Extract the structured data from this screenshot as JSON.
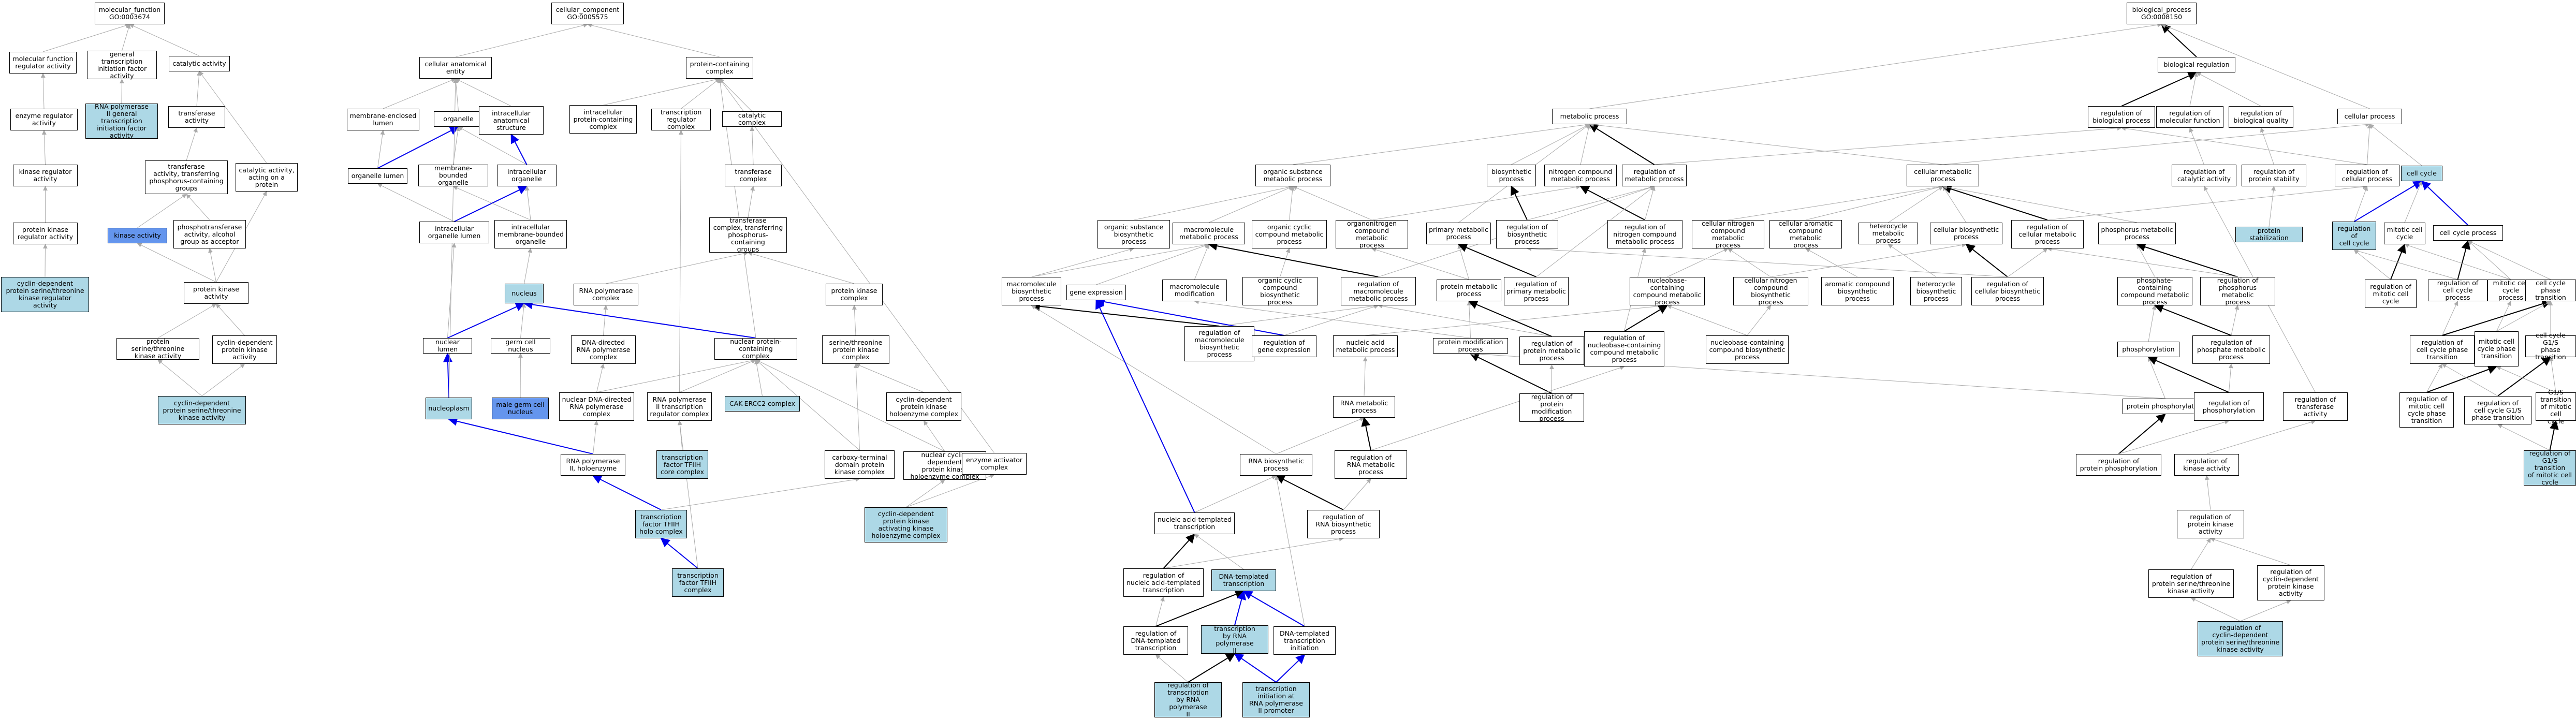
{
  "nodes": [
    {
      "id": "mf",
      "label": "molecular_function\nGO:0003674",
      "style": "white"
    },
    {
      "id": "mfra",
      "label": "molecular function\nregulator activity",
      "style": "white"
    },
    {
      "id": "gtifa",
      "label": "general transcription\ninitiation factor\nactivity",
      "style": "white"
    },
    {
      "id": "cata",
      "label": "catalytic activity",
      "style": "white"
    },
    {
      "id": "era",
      "label": "enzyme regulator\nactivity",
      "style": "white"
    },
    {
      "id": "rnapgtifa",
      "label": "RNA polymerase\nII general transcription\ninitiation factor\nactivity",
      "style": "light"
    },
    {
      "id": "tfa",
      "label": "transferase\nactivity",
      "style": "white"
    },
    {
      "id": "kra",
      "label": "kinase regulator\nactivity",
      "style": "white"
    },
    {
      "id": "tatpg",
      "label": "transferase\nactivity, transferring\nphosphorus-containing\ngroups",
      "style": "white"
    },
    {
      "id": "caap",
      "label": "catalytic activity,\nacting on a\nprotein",
      "style": "white"
    },
    {
      "id": "pkra",
      "label": "protein kinase\nregulator activity",
      "style": "white"
    },
    {
      "id": "ka",
      "label": "kinase activity",
      "style": "mid"
    },
    {
      "id": "pta",
      "label": "phosphotransferase\nactivity, alcohol\ngroup as acceptor",
      "style": "white"
    },
    {
      "id": "cdpstkra",
      "label": "cyclin-dependent\nprotein serine/threonine\nkinase regulator\nactivity",
      "style": "light"
    },
    {
      "id": "pka",
      "label": "protein kinase\nactivity",
      "style": "white"
    },
    {
      "id": "pstka",
      "label": "protein serine/threonine\nkinase activity",
      "style": "white"
    },
    {
      "id": "cdpka",
      "label": "cyclin-dependent\nprotein kinase\nactivity",
      "style": "white"
    },
    {
      "id": "cdpstka",
      "label": "cyclin-dependent\nprotein serine/threonine\nkinase activity",
      "style": "light"
    },
    {
      "id": "cc",
      "label": "cellular_component\nGO:0005575",
      "style": "white"
    },
    {
      "id": "cae",
      "label": "cellular anatomical\nentity",
      "style": "white"
    },
    {
      "id": "pcc",
      "label": "protein-containing\ncomplex",
      "style": "white"
    },
    {
      "id": "mel",
      "label": "membrane-enclosed\nlumen",
      "style": "white"
    },
    {
      "id": "org",
      "label": "organelle",
      "style": "white"
    },
    {
      "id": "ias",
      "label": "intracellular\nanatomical structure",
      "style": "white"
    },
    {
      "id": "ipcc",
      "label": "intracellular\nprotein-containing\ncomplex",
      "style": "white"
    },
    {
      "id": "trc",
      "label": "transcription\nregulator complex",
      "style": "white"
    },
    {
      "id": "catc",
      "label": "catalytic complex",
      "style": "white"
    },
    {
      "id": "ol",
      "label": "organelle lumen",
      "style": "white"
    },
    {
      "id": "mbo",
      "label": "membrane-bounded\norganelle",
      "style": "white"
    },
    {
      "id": "io",
      "label": "intracellular\norganelle",
      "style": "white"
    },
    {
      "id": "tc",
      "label": "transferase\ncomplex",
      "style": "white"
    },
    {
      "id": "iol",
      "label": "intracellular\norganelle lumen",
      "style": "white"
    },
    {
      "id": "imbo",
      "label": "intracellular\nmembrane-bounded\norganelle",
      "style": "white"
    },
    {
      "id": "tctpg",
      "label": "transferase\ncomplex, transferring\nphosphorus-containing\ngroups",
      "style": "white"
    },
    {
      "id": "nuc",
      "label": "nucleus",
      "style": "light"
    },
    {
      "id": "rnapc",
      "label": "RNA polymerase\ncomplex",
      "style": "white"
    },
    {
      "id": "pkc",
      "label": "protein kinase\ncomplex",
      "style": "white"
    },
    {
      "id": "nl",
      "label": "nuclear lumen",
      "style": "white"
    },
    {
      "id": "gcn",
      "label": "germ cell nucleus",
      "style": "white"
    },
    {
      "id": "ddrnapc",
      "label": "DNA-directed\nRNA polymerase\ncomplex",
      "style": "white"
    },
    {
      "id": "npcc",
      "label": "nuclear protein-containing\ncomplex",
      "style": "white"
    },
    {
      "id": "stpkc",
      "label": "serine/threonine\nprotein kinase\ncomplex",
      "style": "white"
    },
    {
      "id": "nucleo",
      "label": "nucleoplasm",
      "style": "light"
    },
    {
      "id": "mgcn",
      "label": "male germ cell\nnucleus",
      "style": "mid"
    },
    {
      "id": "nddrnapc",
      "label": "nuclear DNA-directed\nRNA polymerase\ncomplex",
      "style": "white"
    },
    {
      "id": "rnap2trc",
      "label": "RNA polymerase\nII transcription\nregulator complex",
      "style": "white"
    },
    {
      "id": "cakercc2",
      "label": "CAK-ERCC2 complex",
      "style": "light"
    },
    {
      "id": "cdpkhc",
      "label": "cyclin-dependent\nprotein kinase\nholoenzyme complex",
      "style": "white"
    },
    {
      "id": "ctdpkc",
      "label": "carboxy-terminal\ndomain protein\nkinase complex",
      "style": "white"
    },
    {
      "id": "ncdpkhc",
      "label": "nuclear cyclin-dependent\nprotein kinase\nholoenzyme complex",
      "style": "white"
    },
    {
      "id": "eac",
      "label": "enzyme activator\ncomplex",
      "style": "white"
    },
    {
      "id": "rnap2h",
      "label": "RNA polymerase\nII, holoenzyme",
      "style": "white"
    },
    {
      "id": "tf2hcc",
      "label": "transcription\nfactor TFIIH\ncore complex",
      "style": "light"
    },
    {
      "id": "tf2hhc",
      "label": "transcription\nfactor TFIIH\nholo complex",
      "style": "light"
    },
    {
      "id": "cdpkakhc",
      "label": "cyclin-dependent\nprotein kinase\nactivating kinase\nholoenzyme complex",
      "style": "light"
    },
    {
      "id": "tf2hc",
      "label": "transcription\nfactor TFIIH\ncomplex",
      "style": "light"
    },
    {
      "id": "bp",
      "label": "biological_process\nGO:0008150",
      "style": "white"
    },
    {
      "id": "br",
      "label": "biological regulation",
      "style": "white"
    },
    {
      "id": "mp",
      "label": "metabolic process",
      "style": "white"
    },
    {
      "id": "rbp",
      "label": "regulation of\nbiological process",
      "style": "white"
    },
    {
      "id": "rmf",
      "label": "regulation of\nmolecular function",
      "style": "white"
    },
    {
      "id": "rbq",
      "label": "regulation of\nbiological quality",
      "style": "white"
    },
    {
      "id": "cp",
      "label": "cellular process",
      "style": "white"
    },
    {
      "id": "osmp",
      "label": "organic substance\nmetabolic process",
      "style": "white"
    },
    {
      "id": "bsp",
      "label": "biosynthetic\nprocess",
      "style": "white"
    },
    {
      "id": "ncmp",
      "label": "nitrogen compound\nmetabolic process",
      "style": "white"
    },
    {
      "id": "rmp",
      "label": "regulation of\nmetabolic process",
      "style": "white"
    },
    {
      "id": "cmp",
      "label": "cellular metabolic\nprocess",
      "style": "white"
    },
    {
      "id": "rca",
      "label": "regulation of\ncatalytic activity",
      "style": "white"
    },
    {
      "id": "rps",
      "label": "regulation of\nprotein stability",
      "style": "white"
    },
    {
      "id": "rcp",
      "label": "regulation of\ncellular process",
      "style": "white"
    },
    {
      "id": "ccyc",
      "label": "cell cycle",
      "style": "light"
    },
    {
      "id": "osbp",
      "label": "organic substance\nbiosynthetic\nprocess",
      "style": "white"
    },
    {
      "id": "mmp",
      "label": "macromolecule\nmetabolic process",
      "style": "white"
    },
    {
      "id": "occmp",
      "label": "organic cyclic\ncompound metabolic\nprocess",
      "style": "white"
    },
    {
      "id": "onmp",
      "label": "organonitrogen\ncompound metabolic\nprocess",
      "style": "white"
    },
    {
      "id": "pmp",
      "label": "primary metabolic\nprocess",
      "style": "white"
    },
    {
      "id": "rbsp",
      "label": "regulation of\nbiosynthetic\nprocess",
      "style": "white"
    },
    {
      "id": "rncmp",
      "label": "regulation of\nnitrogen compound\nmetabolic process",
      "style": "white"
    },
    {
      "id": "cncmp",
      "label": "cellular nitrogen\ncompound metabolic\nprocess",
      "style": "white"
    },
    {
      "id": "cacmp",
      "label": "cellular aromatic\ncompound metabolic\nprocess",
      "style": "white"
    },
    {
      "id": "hmp",
      "label": "heterocycle\nmetabolic process",
      "style": "white"
    },
    {
      "id": "cbsp",
      "label": "cellular biosynthetic\nprocess",
      "style": "white"
    },
    {
      "id": "rcmp",
      "label": "regulation of\ncellular metabolic\nprocess",
      "style": "white"
    },
    {
      "id": "phmp",
      "label": "phosphorus metabolic\nprocess",
      "style": "white"
    },
    {
      "id": "ps",
      "label": "protein stabilization",
      "style": "light"
    },
    {
      "id": "rcc",
      "label": "regulation of\ncell cycle",
      "style": "light"
    },
    {
      "id": "mcc",
      "label": "mitotic cell\ncycle",
      "style": "white"
    },
    {
      "id": "ccp",
      "label": "cell cycle process",
      "style": "white"
    },
    {
      "id": "mbsp",
      "label": "macromolecule\nbiosynthetic\nprocess",
      "style": "white"
    },
    {
      "id": "ge",
      "label": "gene expression",
      "style": "white"
    },
    {
      "id": "mm",
      "label": "macromolecule\nmodification",
      "style": "white"
    },
    {
      "id": "occbp",
      "label": "organic cyclic\ncompound biosynthetic\nprocess",
      "style": "white"
    },
    {
      "id": "rmmp",
      "label": "regulation of\nmacromolecule\nmetabolic process",
      "style": "white"
    },
    {
      "id": "prmp",
      "label": "protein metabolic\nprocess",
      "style": "white"
    },
    {
      "id": "rpmp",
      "label": "regulation of\nprimary metabolic\nprocess",
      "style": "white"
    },
    {
      "id": "nccmp",
      "label": "nucleobase-containing\ncompound metabolic\nprocess",
      "style": "white"
    },
    {
      "id": "cncbp",
      "label": "cellular nitrogen\ncompound biosynthetic\nprocess",
      "style": "white"
    },
    {
      "id": "acbp",
      "label": "aromatic compound\nbiosynthetic\nprocess",
      "style": "white"
    },
    {
      "id": "hbp",
      "label": "heterocycle\nbiosynthetic\nprocess",
      "style": "white"
    },
    {
      "id": "rcbp",
      "label": "regulation of\ncellular biosynthetic\nprocess",
      "style": "white"
    },
    {
      "id": "pccmp",
      "label": "phosphate-containing\ncompound metabolic\nprocess",
      "style": "white"
    },
    {
      "id": "rphmp",
      "label": "regulation of\nphosphorus metabolic\nprocess",
      "style": "white"
    },
    {
      "id": "rmcc",
      "label": "regulation of\nmitotic cell\ncycle",
      "style": "white"
    },
    {
      "id": "rccp",
      "label": "regulation of\ncell cycle process",
      "style": "white"
    },
    {
      "id": "mccp",
      "label": "mitotic cell\ncycle process",
      "style": "white"
    },
    {
      "id": "ccpt",
      "label": "cell cycle phase\ntransition",
      "style": "white"
    },
    {
      "id": "rmbp",
      "label": "regulation of\nmacromolecule\nbiosynthetic\nprocess",
      "style": "white"
    },
    {
      "id": "rge",
      "label": "regulation of\ngene expression",
      "style": "white"
    },
    {
      "id": "nambp",
      "label": "nucleic acid\nmetabolic process",
      "style": "white"
    },
    {
      "id": "pmop",
      "label": "protein modification\nprocess",
      "style": "white"
    },
    {
      "id": "rprmp",
      "label": "regulation of\nprotein metabolic\nprocess",
      "style": "white"
    },
    {
      "id": "rnccmp",
      "label": "regulation of\nnucleobase-containing\ncompound metabolic\nprocess",
      "style": "white"
    },
    {
      "id": "nccbp",
      "label": "nucleobase-containing\ncompound biosynthetic\nprocess",
      "style": "white"
    },
    {
      "id": "phos",
      "label": "phosphorylation",
      "style": "white"
    },
    {
      "id": "rphomp",
      "label": "regulation of\nphosphate metabolic\nprocess",
      "style": "white"
    },
    {
      "id": "rccpt",
      "label": "regulation of\ncell cycle phase\ntransition",
      "style": "white"
    },
    {
      "id": "mccpt",
      "label": "mitotic cell\ncycle phase\ntransition",
      "style": "white"
    },
    {
      "id": "cg1st",
      "label": "cell cycle G1/S\nphase transition",
      "style": "white"
    },
    {
      "id": "rnamp",
      "label": "RNA metabolic\nprocess",
      "style": "white"
    },
    {
      "id": "rpmop",
      "label": "regulation of\nprotein modification\nprocess",
      "style": "white"
    },
    {
      "id": "pp",
      "label": "protein phosphorylation",
      "style": "white"
    },
    {
      "id": "rphos",
      "label": "regulation of\nphosphorylation",
      "style": "white"
    },
    {
      "id": "rta",
      "label": "regulation of\ntransferase\nactivity",
      "style": "white"
    },
    {
      "id": "rmccpt",
      "label": "regulation of\nmitotic cell\ncycle phase\ntransition",
      "style": "white"
    },
    {
      "id": "rcg1st",
      "label": "regulation of\ncell cycle G1/S\nphase transition",
      "style": "white"
    },
    {
      "id": "g1stmcc",
      "label": "G1/S transition\nof mitotic cell\ncycle",
      "style": "white"
    },
    {
      "id": "rnabp",
      "label": "RNA biosynthetic\nprocess",
      "style": "white"
    },
    {
      "id": "rrnamp",
      "label": "regulation of\nRNA metabolic\nprocess",
      "style": "white"
    },
    {
      "id": "rka",
      "label": "regulation of\nkinase activity",
      "style": "white"
    },
    {
      "id": "rpp",
      "label": "regulation of\nprotein phosphorylation",
      "style": "white"
    },
    {
      "id": "rg1stmcc",
      "label": "regulation of\nG1/S transition\nof mitotic cell\ncycle",
      "style": "light"
    },
    {
      "id": "natt",
      "label": "nucleic acid-templated\ntranscription",
      "style": "white"
    },
    {
      "id": "rrnabp",
      "label": "regulation of\nRNA biosynthetic\nprocess",
      "style": "white"
    },
    {
      "id": "rpka",
      "label": "regulation of\nprotein kinase\nactivity",
      "style": "white"
    },
    {
      "id": "rnatt",
      "label": "regulation of\nnucleic acid-templated\ntranscription",
      "style": "white"
    },
    {
      "id": "dtt",
      "label": "DNA-templated\ntranscription",
      "style": "light"
    },
    {
      "id": "rpstka",
      "label": "regulation of\nprotein serine/threonine\nkinase activity",
      "style": "white"
    },
    {
      "id": "rcdpka",
      "label": "regulation of\ncyclin-dependent\nprotein kinase\nactivity",
      "style": "white"
    },
    {
      "id": "rdtt",
      "label": "regulation of\nDNA-templated\ntranscription",
      "style": "white"
    },
    {
      "id": "trnap2",
      "label": "transcription\nby RNA polymerase\nII",
      "style": "light"
    },
    {
      "id": "dtti",
      "label": "DNA-templated\ntranscription\ninitiation",
      "style": "white"
    },
    {
      "id": "rcdpstka",
      "label": "regulation of\ncyclin-dependent\nprotein serine/threonine\nkinase activity",
      "style": "light"
    },
    {
      "id": "rtrnap2",
      "label": "regulation of\ntranscription\nby RNA polymerase\nII",
      "style": "light"
    },
    {
      "id": "tirnap2p",
      "label": "transcription\ninitiation at\nRNA polymerase\nII promoter",
      "style": "light"
    }
  ]
}
